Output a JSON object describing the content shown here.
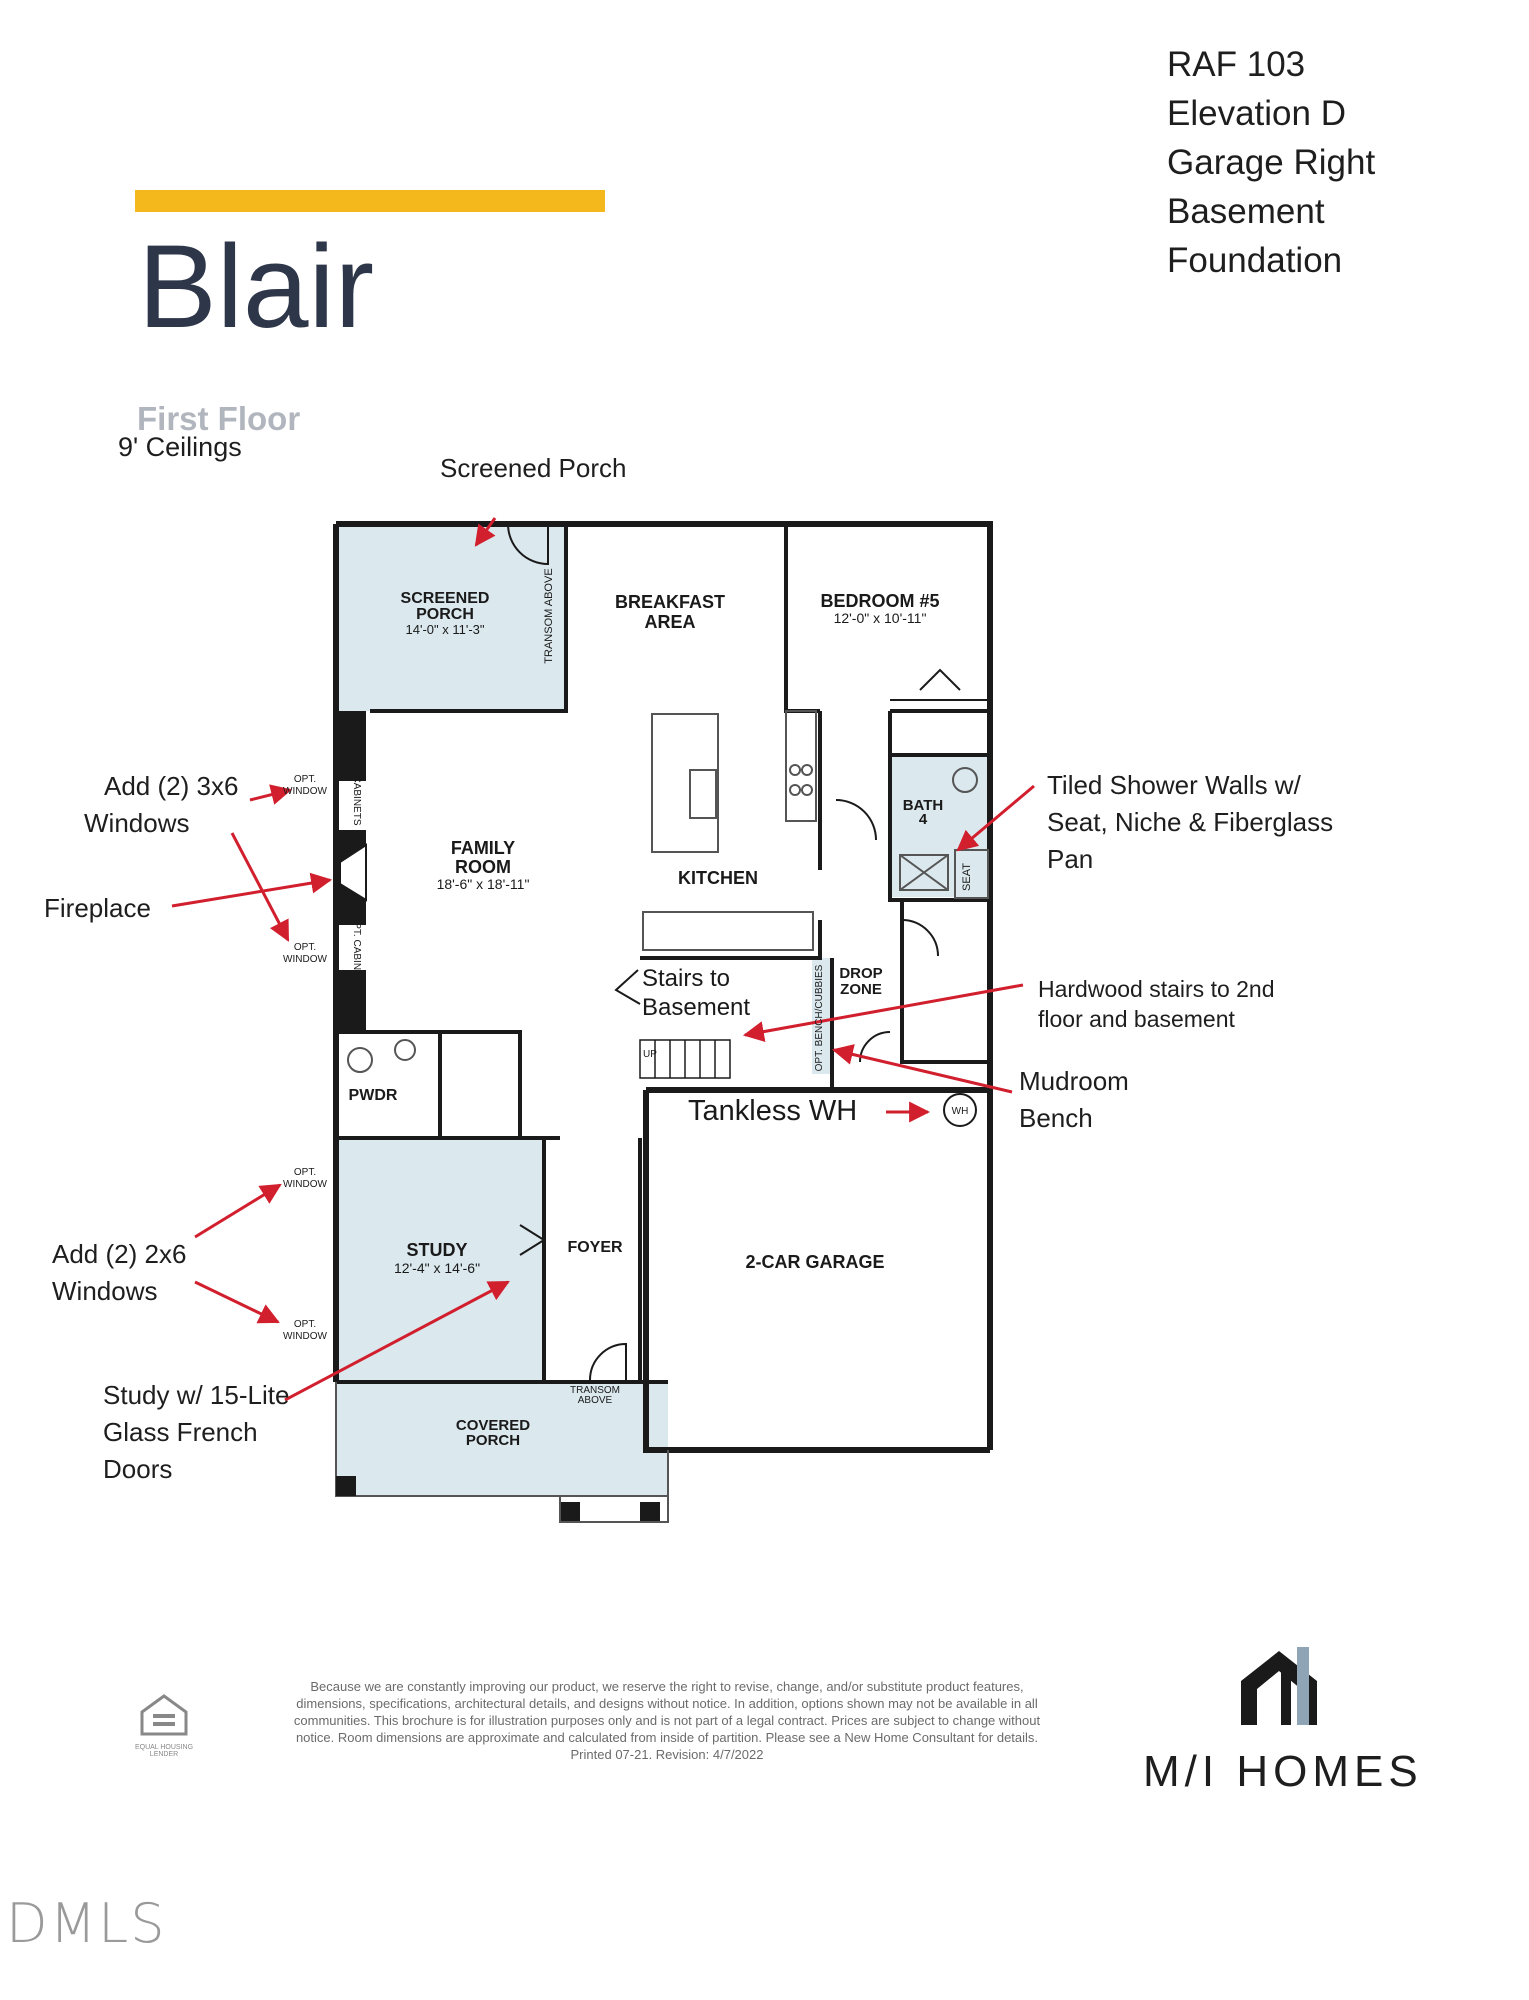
{
  "plan": {
    "name": "Blair",
    "floor": "First Floor",
    "ceilings": "9' Ceilings"
  },
  "meta": {
    "line1": "RAF 103",
    "line2": "Elevation D",
    "line3": "Garage Right",
    "line4": "Basement",
    "line5": "Foundation"
  },
  "rooms": {
    "screened_porch": {
      "name1": "SCREENED",
      "name2": "PORCH",
      "dims": "14'-0\" x 11'-3\""
    },
    "breakfast": {
      "name1": "BREAKFAST",
      "name2": "AREA"
    },
    "bedroom5": {
      "name": "BEDROOM #5",
      "dims": "12'-0\" x 10'-11\""
    },
    "family": {
      "name1": "FAMILY",
      "name2": "ROOM",
      "dims": "18'-6\" x 18'-11\""
    },
    "kitchen": {
      "name": "KITCHEN"
    },
    "bath4": {
      "name1": "BATH",
      "name2": "4"
    },
    "seat": "SEAT",
    "drop_zone": {
      "name1": "DROP",
      "name2": "ZONE"
    },
    "pwdr": "PWDR",
    "study": {
      "name": "STUDY",
      "dims": "12'-4\" x 14'-6\""
    },
    "foyer": "FOYER",
    "garage": "2-CAR GARAGE",
    "covered_porch": {
      "name1": "COVERED",
      "name2": "PORCH"
    },
    "transom_above_vertical": "TRANSOM ABOVE",
    "transom": "TRANSOM",
    "above": "ABOVE",
    "opt": "OPT.",
    "window": "WINDOW",
    "opt_window": "OPT. WINDOW",
    "opt_cabinets": "OPT. CABINETS",
    "opt_bench_cubbies": "OPT. BENCH/CUBBIES",
    "up": "UP",
    "wh": "WH"
  },
  "annotations": {
    "screened_porch": "Screened Porch",
    "add_3x6_1": "Add (2) 3x6",
    "add_3x6_2": "Windows",
    "fireplace": "Fireplace",
    "tiled_shower_1": "Tiled Shower Walls w/",
    "tiled_shower_2": "Seat, Niche & Fiberglass",
    "tiled_shower_3": "Pan",
    "stairs_basement_1": "Stairs to",
    "stairs_basement_2": "Basement",
    "hardwood_1": "Hardwood stairs to 2nd",
    "hardwood_2": "floor and basement",
    "mudroom_1": "Mudroom",
    "mudroom_2": "Bench",
    "tankless": "Tankless WH",
    "add_2x6_1": "Add (2) 2x6",
    "add_2x6_2": "Windows",
    "study_1": "Study w/ 15-Lite",
    "study_2": "Glass French",
    "study_3": "Doors"
  },
  "disclaimer": "Because we are constantly improving our product, we reserve the right to revise, change, and/or substitute product features, dimensions, specifications, architectural details, and designs without notice. In addition, options shown may not be available in all communities. This brochure is for illustration purposes only and is not part of a legal contract. Prices are subject to change without notice. Room dimensions are approximate and calculated from inside of partition. Please see a New Home Consultant for details. Printed 07-21. Revision: 4/7/2022",
  "brand": "M/I HOMES",
  "eho_label": "EQUAL HOUSING LENDER",
  "watermark": "DMLS",
  "colors": {
    "accent": "#f4b81c",
    "title": "#2e3649",
    "room_fill": "#dbe8ee",
    "arrow": "#d11f2e",
    "wall": "#1a1a1a"
  }
}
